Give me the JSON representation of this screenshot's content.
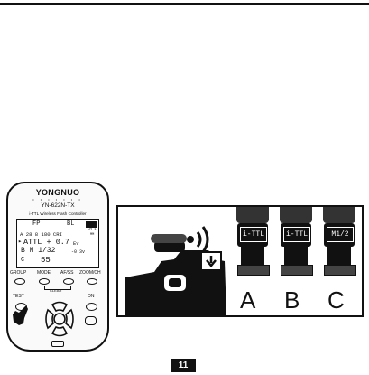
{
  "page_number": "11",
  "controller": {
    "brand": "YONGNUO",
    "dots": "• • • • • • •",
    "model": "YN-622N-TX",
    "subtitle": "i-TTL Wireless Flash Controller",
    "lcd": {
      "fp": "FP",
      "bl": "BL",
      "ch": "CH 1",
      "group_a": "A  28 8 180 CRI",
      "mm": "MM",
      "attl": "ATTL + 0.7",
      "ev": "Ev",
      "group_b": "B  M  1/32",
      "minus": "-0.3v",
      "group_c": "C",
      "c_value": "55"
    },
    "buttons": {
      "group": "GROUP",
      "mode": "MODE",
      "af_ss": "AF/SS",
      "zoom_ch": "ZOOM/CH",
      "clear": "CLEAR",
      "test": "TEST",
      "on": "ON"
    }
  },
  "scene": {
    "flash_labels": [
      "i-TTL",
      "i-TTL",
      "M1/2"
    ],
    "group_letters": [
      "A",
      "B",
      "C"
    ]
  }
}
